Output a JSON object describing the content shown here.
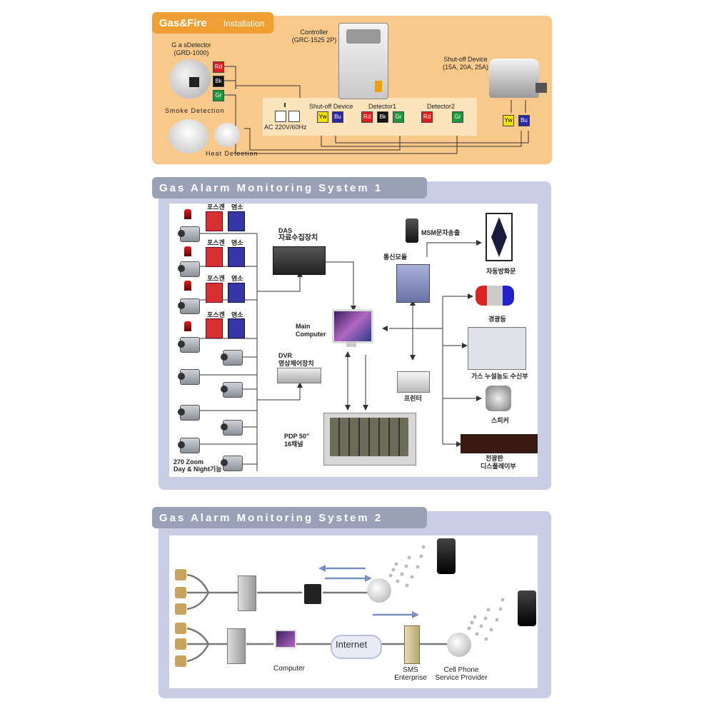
{
  "sec1": {
    "title_big": "Gas&Fire",
    "title_small": "Installation",
    "gas_detector": "G a sDetector",
    "gas_detector_model": "(GRD-1000)",
    "smoke": "Smoke  Detection",
    "heat": "Heat Detection",
    "controller": "Controller",
    "controller_model": "(GRC-1525 2P)",
    "shutoff_device": "Shut-off Device",
    "shutoff_model": "(15A, 20A, 25A)",
    "ac": "AC 220V/60Hz",
    "strip_shutoff": "Shut-off Device",
    "strip_det1": "Detector1",
    "strip_det2": "Detector2",
    "rd": "Rd",
    "bk": "Bk",
    "gr": "Gr",
    "yw": "Yw",
    "bu": "Bu"
  },
  "sec2": {
    "title": "Gas Alarm Monitoring System 1",
    "siren": "포스겐",
    "chlorine": "염소",
    "das": "DAS",
    "das_kr": "자료수집장치",
    "main": "Main",
    "computer": "Computer",
    "dvr": "DVR",
    "dvr_kr": "영상제어장치",
    "pdp": "PDP 50\"",
    "pdp_ch": "16채널",
    "cam_zoom": "270 Zoom",
    "cam_dn": "Day & Night기능",
    "msm": "MSM문자송출",
    "comm": "통신모듈",
    "auto_door": "자동방화문",
    "warn_light": "경광등",
    "gas_recv": "가스 누설농도 수신부",
    "speaker": "스피커",
    "printer": "프린터",
    "led1": "전광판",
    "led2": "디스플레이부"
  },
  "sec3": {
    "title": "Gas Alarm Monitoring System 2",
    "internet": "Internet",
    "computer": "Computer",
    "sms1": "SMS",
    "sms2": "Enterprise",
    "cell1": "Cell Phone",
    "cell2": "Service Provider"
  }
}
